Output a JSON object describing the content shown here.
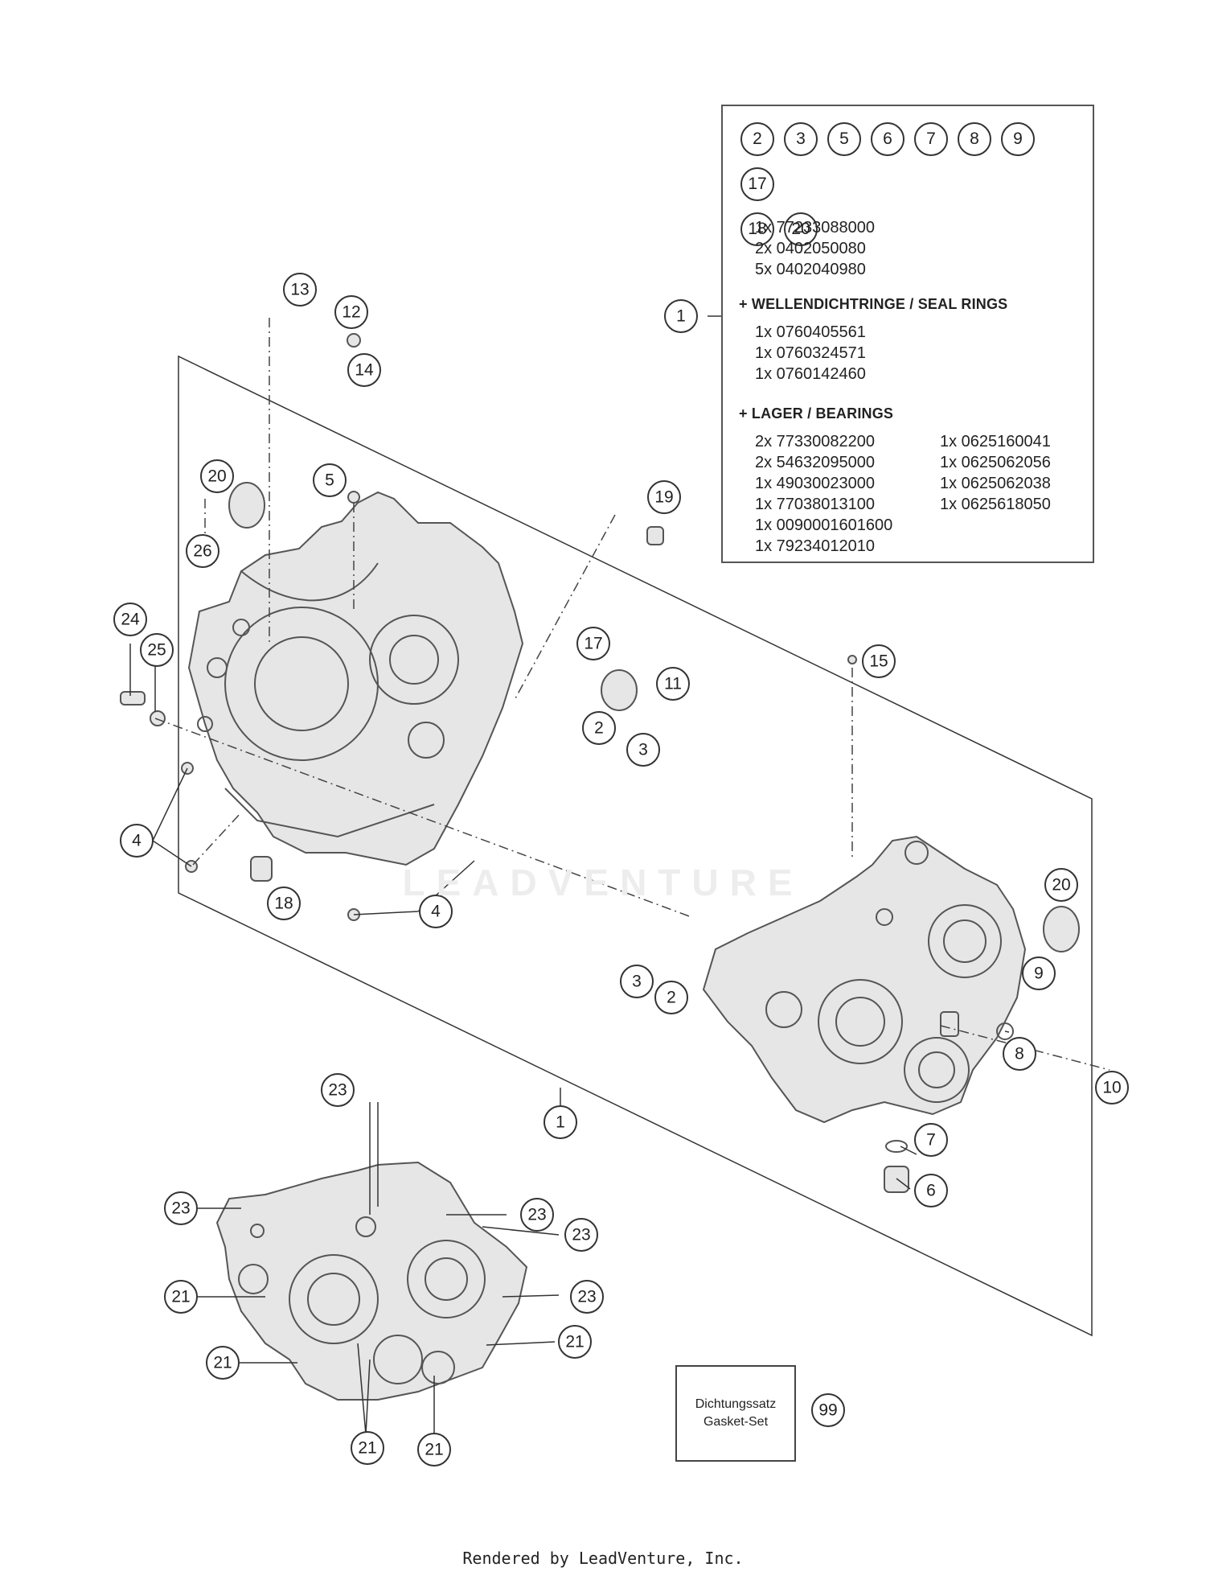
{
  "kit_box": {
    "included_part_numbers": [
      "2",
      "3",
      "5",
      "6",
      "7",
      "8",
      "9",
      "17",
      "18",
      "20"
    ],
    "lines": [
      "1x 77233088000",
      "2x 0402050080",
      "5x 0402040980"
    ],
    "seal_heading": "+ WELLENDICHTRINGE / SEAL RINGS",
    "seal_lines": [
      "1x 0760405561",
      "1x 0760324571",
      "1x 0760142460"
    ],
    "bearing_heading": "+ LAGER / BEARINGS",
    "bearing_col1": [
      "2x 77330082200",
      "2x 54632095000",
      "1x 49030023000",
      "1x 77038013100",
      "1x 0090001601600",
      "1x 79234012010"
    ],
    "bearing_col2": [
      "1x 0625160041",
      "1x 0625062056",
      "1x 0625062038",
      "1x 0625618050"
    ]
  },
  "callouts": {
    "c13": "13",
    "c12": "12",
    "c14": "14",
    "c20a": "20",
    "c5": "5",
    "c19": "19",
    "c26": "26",
    "c24": "24",
    "c25": "25",
    "c17": "17",
    "c11": "11",
    "c2a": "2",
    "c3a": "3",
    "c15": "15",
    "c1a": "1",
    "c4a": "4",
    "c4b": "4",
    "c18": "18",
    "c20b": "20",
    "c9": "9",
    "c3b": "3",
    "c2b": "2",
    "c8": "8",
    "c10": "10",
    "c1b": "1",
    "c7": "7",
    "c6": "6",
    "c23a": "23",
    "c23b": "23",
    "c23c": "23",
    "c23d": "23",
    "c23e": "23",
    "c21a": "21",
    "c21b": "21",
    "c21c": "21",
    "c21d": "21",
    "c21e": "21",
    "c99": "99"
  },
  "gasket_set": {
    "line1": "Dichtungssatz",
    "line2": "Gasket-Set"
  },
  "watermark": "LEADVENTURE",
  "footer": "Rendered by LeadVenture, Inc."
}
